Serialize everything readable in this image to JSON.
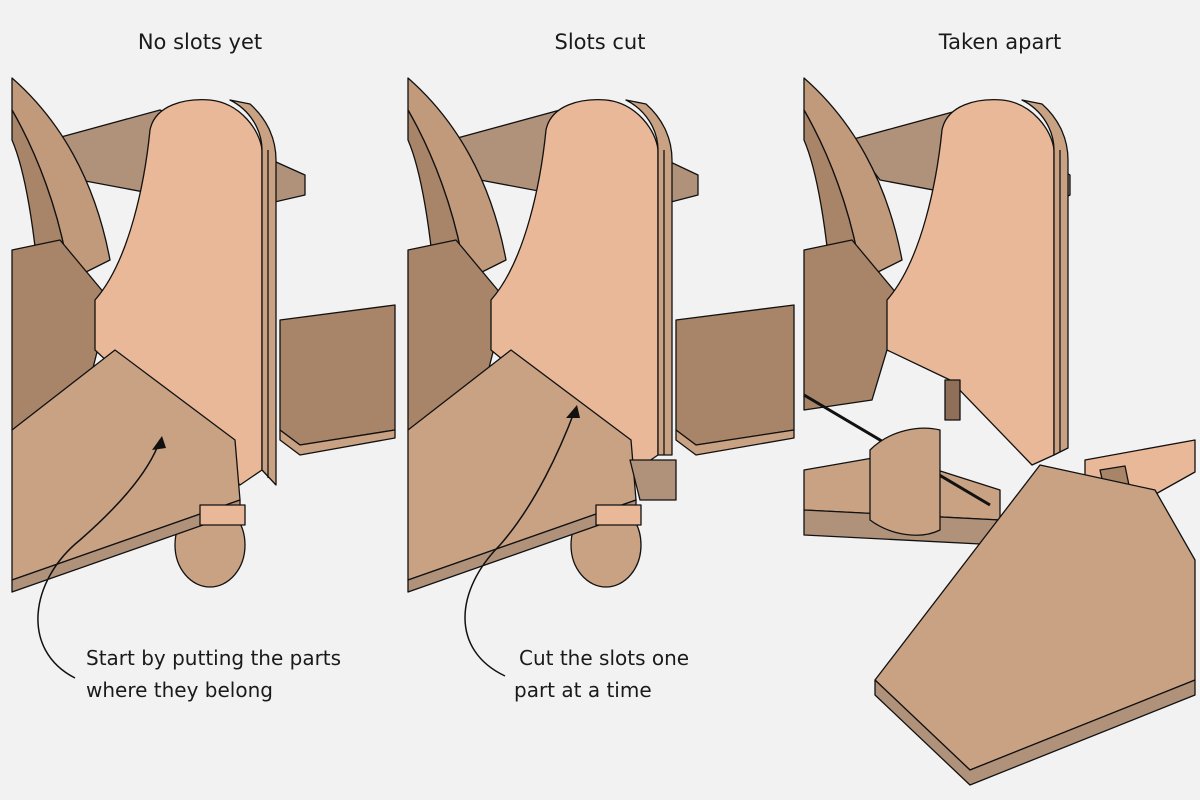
{
  "panels": [
    {
      "title": "No slots yet",
      "caption_lines": [
        "Start by putting the parts",
        "where they belong"
      ]
    },
    {
      "title": "Slots cut",
      "caption_lines": [
        "Cut the slots one",
        "part at a time"
      ]
    },
    {
      "title": "Taken apart",
      "caption_lines": []
    }
  ],
  "colors": {
    "background": "#f2f2f2",
    "wood_light": "#e8b898",
    "wood_mid": "#c9a283",
    "wood_dark": "#a88468",
    "wood_shadow": "#8f6f57",
    "outline": "#111111"
  }
}
